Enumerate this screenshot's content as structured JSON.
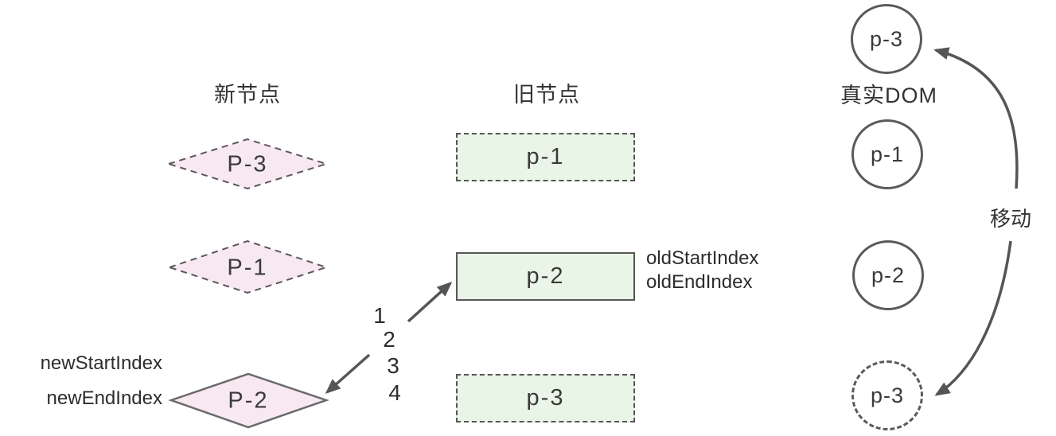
{
  "columns": {
    "new_nodes": {
      "title": "新节点",
      "items": [
        {
          "label": "P-3",
          "border": "dashed"
        },
        {
          "label": "P-1",
          "border": "dashed"
        },
        {
          "label": "P-2",
          "border": "solid"
        }
      ]
    },
    "old_nodes": {
      "title": "旧节点",
      "items": [
        {
          "label": "p-1",
          "border": "dashed"
        },
        {
          "label": "p-2",
          "border": "solid"
        },
        {
          "label": "p-3",
          "border": "dashed"
        }
      ]
    },
    "real_dom": {
      "title": "真实DOM",
      "items": [
        {
          "label": "p-3",
          "border": "solid"
        },
        {
          "label": "p-1",
          "border": "solid"
        },
        {
          "label": "p-2",
          "border": "solid"
        },
        {
          "label": "p-3",
          "border": "dashed"
        }
      ]
    }
  },
  "annotations": {
    "old_start_index": "oldStartIndex",
    "old_end_index": "oldEndIndex",
    "new_start_index": "newStartIndex",
    "new_end_index": "newEndIndex",
    "move_label": "移动",
    "compare_steps": [
      "1",
      "2",
      "3",
      "4"
    ]
  },
  "colors": {
    "new_node_fill": "#f8e8f1",
    "old_node_fill": "#e9f5e6",
    "shape_stroke": "#575757",
    "arrow_color": "#555555",
    "text_color": "#333333"
  }
}
